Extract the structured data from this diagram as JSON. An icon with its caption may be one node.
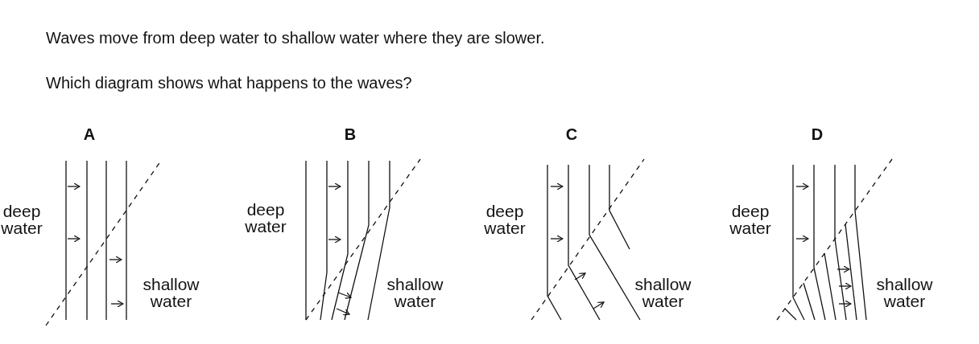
{
  "diagram": {
    "title": "Waves move from deep water to shallow water where they are slower.",
    "labels": [
      "Which diagram shows what happens to the waves?",
      "A",
      "B",
      "C",
      "D",
      "deep water",
      "deep water",
      "deep water",
      "deep water",
      "shallow water",
      "shallow water",
      "shallow water",
      "shallow water"
    ]
  }
}
